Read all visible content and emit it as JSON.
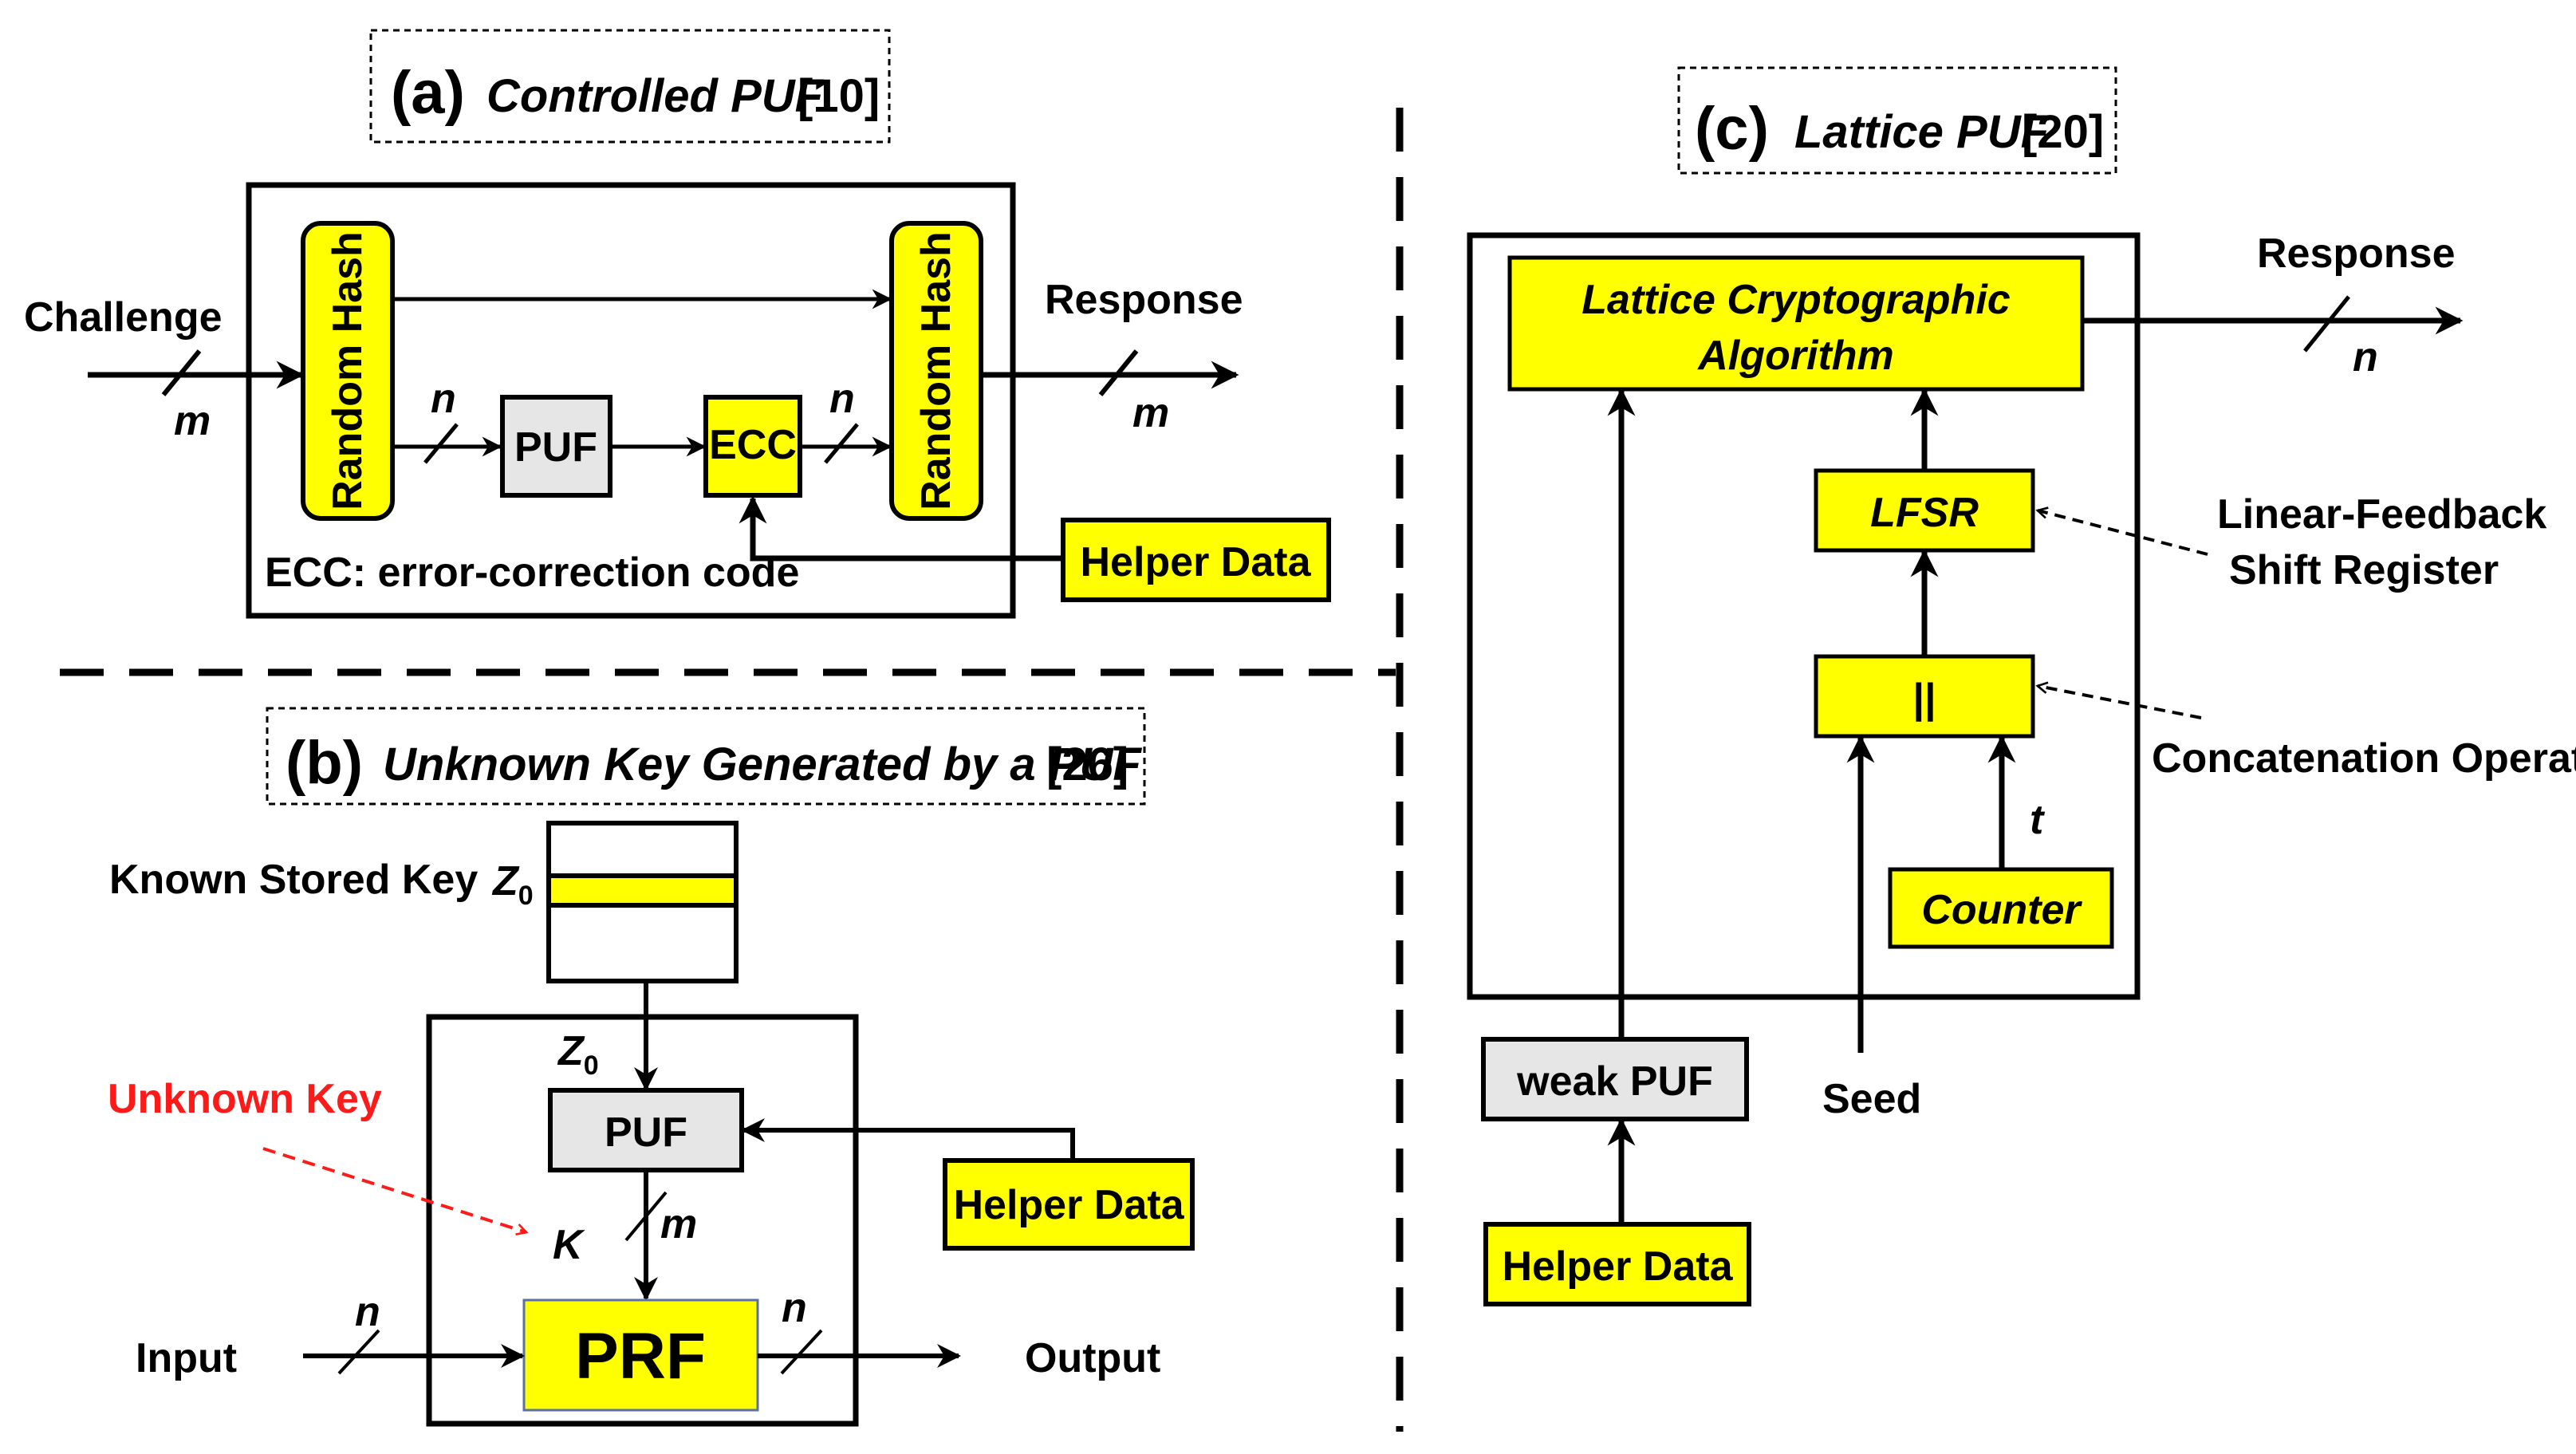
{
  "colors": {
    "accent_fill": "#ffff00",
    "puf_fill": "#e6e6e6",
    "line": "#000000",
    "unknown_key": "#ff1a1a",
    "prf_border": "#5b6fa8"
  },
  "panel_a": {
    "label": "(a)",
    "title": "Controlled PUF",
    "ref": "[10]",
    "challenge": "Challenge",
    "response": "Response",
    "random_hash_left": "Random Hash",
    "random_hash_right": "Random Hash",
    "puf": "PUF",
    "ecc": "ECC",
    "helper_data": "Helper Data",
    "ecc_note": "ECC: error-correction code",
    "bits_m_in": "m",
    "bits_m_out": "m",
    "bits_n_puf": "n",
    "bits_n_ecc": "n"
  },
  "panel_b": {
    "label": "(b)",
    "title": "Unknown Key Generated by a PUF",
    "ref": "[26]",
    "known_stored_key": "Known Stored Key",
    "z0_main": "Z",
    "z0_sub": "0",
    "z0b_main": "Z",
    "z0b_sub": "0",
    "unknown_key": "Unknown Key",
    "puf": "PUF",
    "helper_data": "Helper Data",
    "k": "K",
    "bits_m": "m",
    "prf": "PRF",
    "input": "Input",
    "output": "Output",
    "bits_n_in": "n",
    "bits_n_out": "n"
  },
  "panel_c": {
    "label": "(c)",
    "title": "Lattice PUF",
    "ref": "[20]",
    "algorithm_line1": "Lattice Cryptographic",
    "algorithm_line2": "Algorithm",
    "response": "Response",
    "bits_n": "n",
    "lfsr": "LFSR",
    "lfsr_note_line1": "Linear-Feedback",
    "lfsr_note_line2": "Shift Register",
    "concat": "||",
    "concat_note": "Concatenation Operator",
    "t": "t",
    "counter": "Counter",
    "weak_puf": "weak PUF",
    "seed": "Seed",
    "helper_data": "Helper Data"
  }
}
